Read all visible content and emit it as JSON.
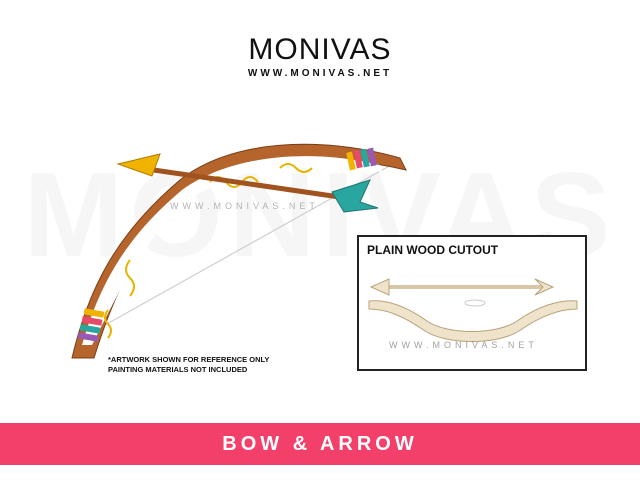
{
  "brand": {
    "name": "MONIVAS",
    "url": "WWW.MONIVAS.NET"
  },
  "watermark": {
    "big": "MONIVAS",
    "small": "WWW.MONIVAS.NET"
  },
  "disclaimer": {
    "line1": "*ARTWORK SHOWN FOR REFERENCE ONLY",
    "line2": "PAINTING MATERIALS NOT INCLUDED"
  },
  "inset": {
    "title": "PLAIN WOOD CUTOUT"
  },
  "banner": {
    "title": "BOW & ARROW"
  },
  "colors": {
    "banner": "#f2406a",
    "bow_base": "#b5642c",
    "bow_face": "#ffffff",
    "swirl": "#e8b400",
    "arrow_tip": "#f0b400",
    "fletching": "#2aa6a0",
    "wood": "#efe3cc"
  }
}
